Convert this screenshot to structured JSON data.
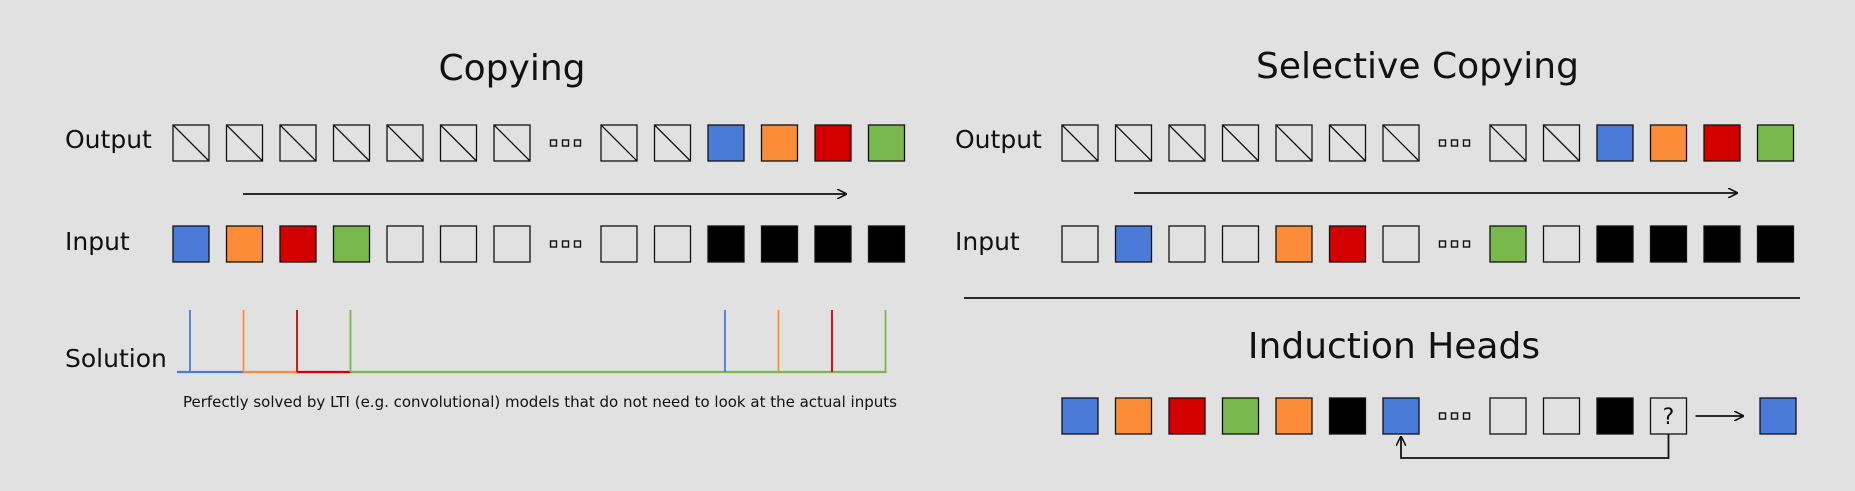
{
  "copying": {
    "title": "Copying",
    "output_label": "Output",
    "input_label": "Input",
    "solution_label": "Solution",
    "caption": "Perfectly solved by LTI (e.g. convolutional) models that do not need to look at the actual inputs",
    "output_row": [
      "diag",
      "diag",
      "diag",
      "diag",
      "diag",
      "diag",
      "diag",
      "dots",
      "diag",
      "diag",
      "blue",
      "orange",
      "red",
      "green"
    ],
    "input_row": [
      "blue",
      "orange",
      "red",
      "green",
      "empty",
      "empty",
      "empty",
      "dots",
      "empty",
      "empty",
      "black",
      "black",
      "black",
      "black"
    ]
  },
  "selective_copying": {
    "title": "Selective Copying",
    "output_label": "Output",
    "input_label": "Input",
    "output_row": [
      "diag",
      "diag",
      "diag",
      "diag",
      "diag",
      "diag",
      "diag",
      "dots",
      "diag",
      "diag",
      "blue",
      "orange",
      "red",
      "green"
    ],
    "input_row": [
      "empty",
      "blue",
      "empty",
      "empty",
      "orange",
      "red",
      "empty",
      "dots",
      "green",
      "empty",
      "black",
      "black",
      "black",
      "black"
    ]
  },
  "induction_heads": {
    "title": "Induction Heads",
    "sequence": [
      "blue",
      "orange",
      "red",
      "green",
      "orange",
      "black",
      "blue",
      "dots",
      "empty",
      "empty",
      "black",
      "query"
    ],
    "query_glyph": "?",
    "answer": "blue"
  },
  "colors": {
    "blue": "#4a7bd8",
    "orange": "#fd8c38",
    "red": "#d40000",
    "green": "#78b84c",
    "black": "#000000",
    "background": "#e1e1e1"
  }
}
